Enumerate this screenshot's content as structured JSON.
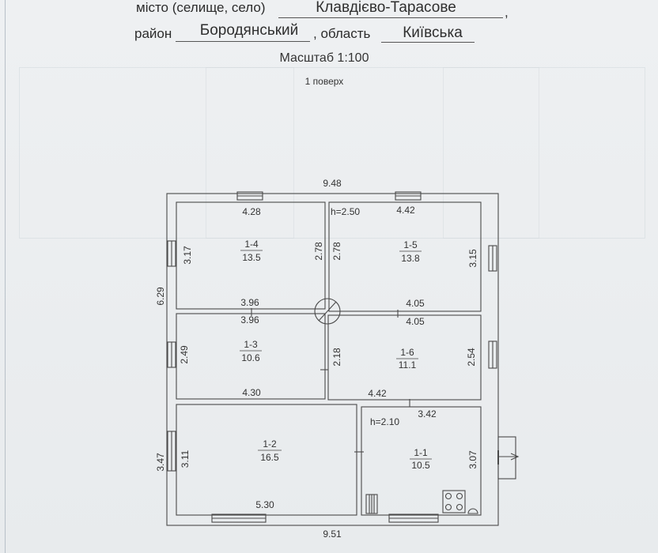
{
  "header": {
    "city_label": "місто (селище, село)",
    "city_value": "Клавдієво-Тарасове",
    "trailing_comma": ",",
    "district_label": "район",
    "district_value": "Бородянський",
    "region_sep": ", область",
    "region_value": "Київська",
    "scale": "Масштаб 1:100",
    "floor": "1 поверх"
  },
  "plan": {
    "outer_top": "9.48",
    "outer_bottom": "9.51",
    "outer_left_upper": "6.29",
    "outer_left_lower": "3.47",
    "heights": [
      "h=2.50",
      "h=2.10"
    ],
    "rooms": [
      {
        "id": "1-4",
        "area": "13.5"
      },
      {
        "id": "1-5",
        "area": "13.8"
      },
      {
        "id": "1-3",
        "area": "10.6"
      },
      {
        "id": "1-6",
        "area": "11.1"
      },
      {
        "id": "1-2",
        "area": "16.5"
      },
      {
        "id": "1-1",
        "area": "10.5"
      }
    ],
    "dimensions": {
      "r14_top": "4.28",
      "r14_left": "3.17",
      "r14_right": "2.78",
      "r14_bottom": "3.96",
      "r15_left": "2.78",
      "r15_top": "4.42",
      "r15_right": "3.15",
      "r15_bottom": "4.05",
      "r13_top": "3.96",
      "r13_left": "2.49",
      "r13_right": "2.18",
      "r13_bottom": "4.30",
      "r16_top": "4.05",
      "r16_right": "2.54",
      "r16_bottom": "4.42",
      "r12_left": "3.11",
      "r12_bottom": "5.30",
      "r11_top": "3.42",
      "r11_right": "3.07"
    }
  }
}
